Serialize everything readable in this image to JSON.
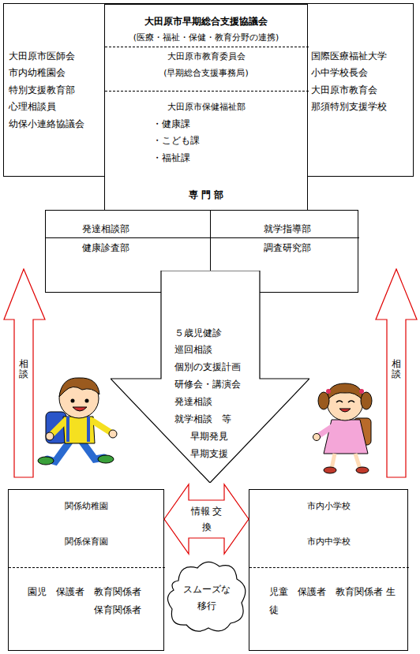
{
  "diagram": {
    "nodes": [
      {
        "text": [
          "大田原市医師会",
          "市内幼稚園会",
          "特別支援教育部",
          "心理相談員",
          "幼保小連絡協議会",
          "国際医療福祉大学",
          "小中学校長会",
          "大田原市教育会",
          "那須特別支援学校"
        ]
      },
      {
        "text": [
          "大田原市早期総合支援協議会",
          "(医療・福祉・保健・教育分野の連携)",
          "大田原市教育委員会",
          "(早期総合支援事務局)",
          "大田原市保健福祉部",
          "・健康課",
          "・こども課",
          "・福祉課",
          "専 門 部"
        ],
        "in": 0
      },
      {
        "text": [
          "発達相談部",
          "就学指導部",
          "健康診査部",
          "調査研究部"
        ]
      },
      {
        "text": [
          "５歳児健診",
          "巡回相談",
          "個別の支援計画",
          "研修会・講演会",
          "発達相談",
          "就学相談　等",
          "早期発見",
          "早期支援"
        ]
      },
      {
        "text": [
          "相談"
        ]
      },
      {
        "text": [
          "相談"
        ]
      },
      {
        "text": [
          "関係幼稚園",
          "関係保育園",
          "園児　保護者　教育関係者 保育関係者"
        ]
      },
      {
        "text": [
          "市内小学校",
          "市内中学校",
          "児童　保護者　教育関係者 生徒"
        ]
      },
      {
        "text": [
          "情報 交換"
        ]
      },
      {
        "text": [
          "スムーズな 移行"
        ]
      }
    ]
  }
}
